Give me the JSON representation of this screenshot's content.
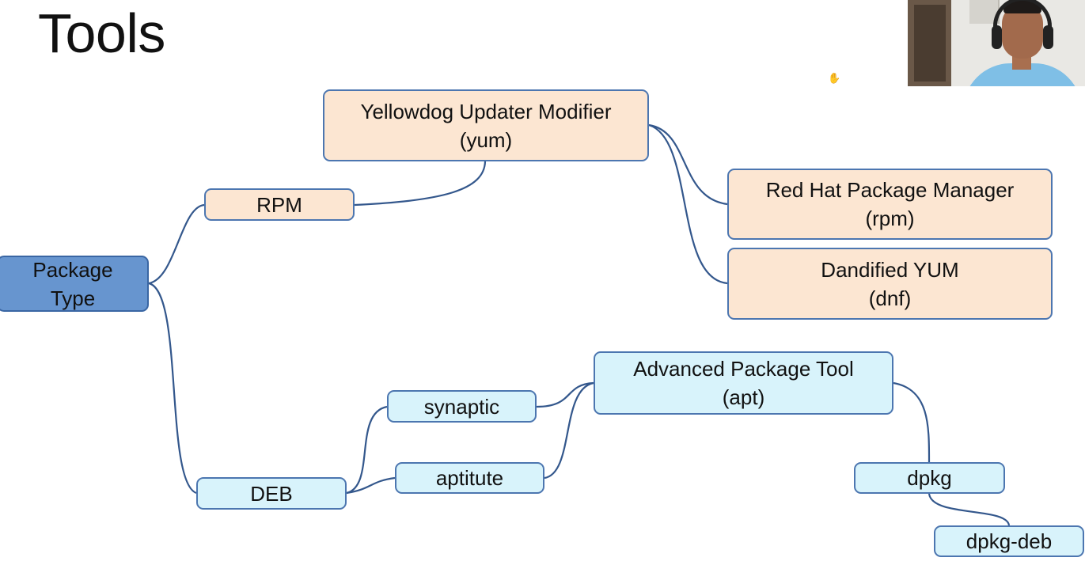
{
  "slide": {
    "title": "Tools"
  },
  "diagram": {
    "root": {
      "line1": "Package",
      "line2": "Type"
    },
    "rpm": {
      "label": "RPM",
      "yum": {
        "line1": "Yellowdog Updater Modifier",
        "line2": "(yum)"
      },
      "rpm_manager": {
        "line1": "Red Hat Package Manager",
        "line2": "(rpm)"
      },
      "dnf": {
        "line1": "Dandified YUM",
        "line2": "(dnf)"
      }
    },
    "deb": {
      "label": "DEB",
      "synaptic": "synaptic",
      "aptitude": "aptitute",
      "apt": {
        "line1": "Advanced Package Tool",
        "line2": "(apt)"
      },
      "dpkg": "dpkg",
      "dpkg_deb": "dpkg-deb"
    },
    "colors": {
      "root_fill": "#6795cf",
      "rpm_fill": "#fce6d2",
      "deb_fill": "#d8f3fb",
      "node_border": "#4c76b0",
      "connector": "#33578c"
    }
  },
  "overlay": {
    "cursor_icon": "hand-cursor-icon",
    "webcam": "presenter-webcam-feed"
  }
}
